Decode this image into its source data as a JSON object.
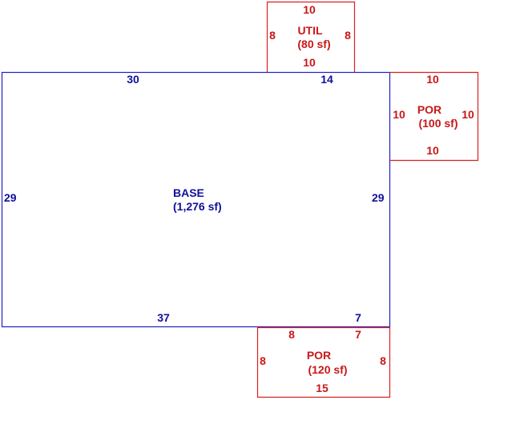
{
  "colors": {
    "base": "#1f1fc8",
    "base_text": "#10109a",
    "addition": "#d92020",
    "addition_text": "#c81818"
  },
  "areas": {
    "base": {
      "name": "BASE",
      "area": "(1,276 sf)",
      "dims": {
        "top_left": "30",
        "top_right": "14",
        "left": "29",
        "right": "29",
        "bottom_left": "37",
        "bottom_right": "7"
      }
    },
    "util": {
      "name": "UTIL",
      "area": "(80 sf)",
      "dims": {
        "top": "10",
        "bottom": "10",
        "left": "8",
        "right": "8"
      }
    },
    "porch_east": {
      "name": "POR",
      "area": "(100 sf)",
      "dims": {
        "top": "10",
        "bottom": "10",
        "left": "10",
        "right": "10"
      }
    },
    "porch_south": {
      "name": "POR",
      "area": "(120 sf)",
      "dims": {
        "top_left": "8",
        "top_right": "7",
        "left": "8",
        "right": "8",
        "bottom": "15"
      }
    }
  }
}
